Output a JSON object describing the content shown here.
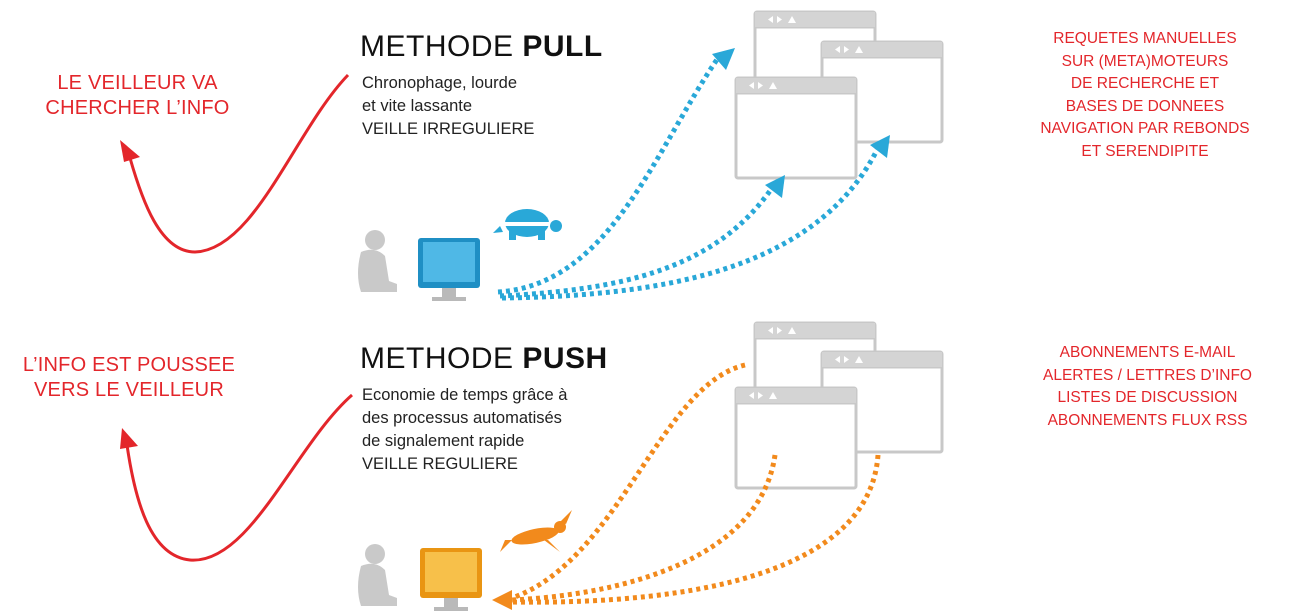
{
  "pull": {
    "side_label": [
      "LE VEILLEUR VA",
      "CHERCHER L’INFO"
    ],
    "title_light": "METHODE ",
    "title_bold": "PULL",
    "description": [
      "Chronophage, lourde",
      "et vite lassante",
      "VEILLE IRREGULIERE"
    ],
    "sources": [
      "REQUETES MANUELLES",
      "SUR (META)MOTEURS",
      "DE RECHERCHE ET",
      "BASES DE DONNEES",
      "NAVIGATION PAR REBONDS",
      "ET SERENDIPITE"
    ],
    "speed_animal": "turtle-icon",
    "arrow_color": "#29a8d8",
    "monitor_color": "#1f8fc4"
  },
  "push": {
    "side_label": [
      "L’INFO EST POUSSEE",
      "VERS LE VEILLEUR"
    ],
    "title_light": "METHODE ",
    "title_bold": "PUSH",
    "description": [
      "Economie de temps grâce à",
      "des processus automatisés",
      "de signalement rapide",
      "VEILLE REGULIERE"
    ],
    "sources": [
      "ABONNEMENTS E-MAIL",
      "ALERTES / LETTRES D’INFO",
      "LISTES DE DISCUSSION",
      "ABONNEMENTS FLUX RSS"
    ],
    "speed_animal": "hare-icon",
    "arrow_color": "#f28a1c",
    "monitor_color": "#f4a51c"
  },
  "colors": {
    "accent_red": "#e3262b",
    "window_grey": "#c8c8c8",
    "person_grey": "#c9c9c9"
  }
}
